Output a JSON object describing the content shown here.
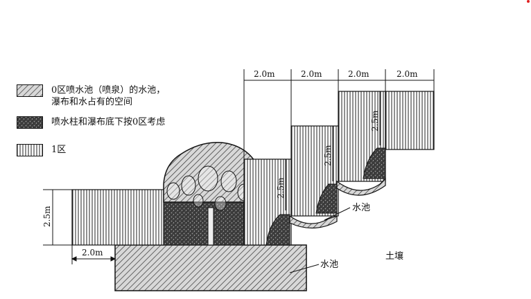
{
  "legend": {
    "zone0_line1": "0区喷水池（喷泉）的水池，",
    "zone0_line2": "瀑布和水占有的空间",
    "zone0_spray": "喷水柱和瀑布底下按0区考虑",
    "zone1": "1区"
  },
  "labels": {
    "pool_lower": "水池",
    "pool_upper": "水池",
    "soil": "土壤"
  },
  "dimensions": {
    "top_width": "2.0m",
    "left_width": "2.0m",
    "height": "2.5m"
  },
  "patterns": {
    "zone0": "diagonal-hatch",
    "zone0_spray": "dark-speckle",
    "zone1": "vertical-lines"
  }
}
